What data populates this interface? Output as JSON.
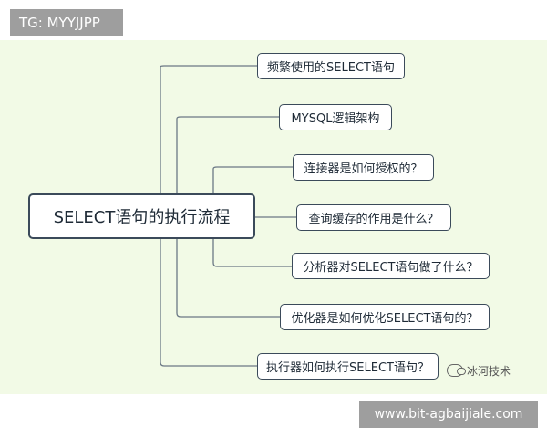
{
  "corner_tag": "TG: MYYJJPP",
  "footer_tag": "www.bit-agbaijiale.com",
  "mindmap": {
    "root": "SELECT语句的执行流程",
    "children": [
      "频繁使用的SELECT语句",
      "MYSQL逻辑架构",
      "连接器是如何授权的？",
      "查询缓存的作用是什么？",
      "分析器对SELECT语句做了什么？",
      "优化器是如何优化SELECT语句的？",
      "执行器如何执行SELECT语句？"
    ]
  },
  "watermark": {
    "icon": "wechat-icon",
    "text": "冰河技术"
  },
  "colors": {
    "background": "#f2fae6",
    "line": "#6b7885",
    "tag_bg": "#9e9e9e"
  }
}
